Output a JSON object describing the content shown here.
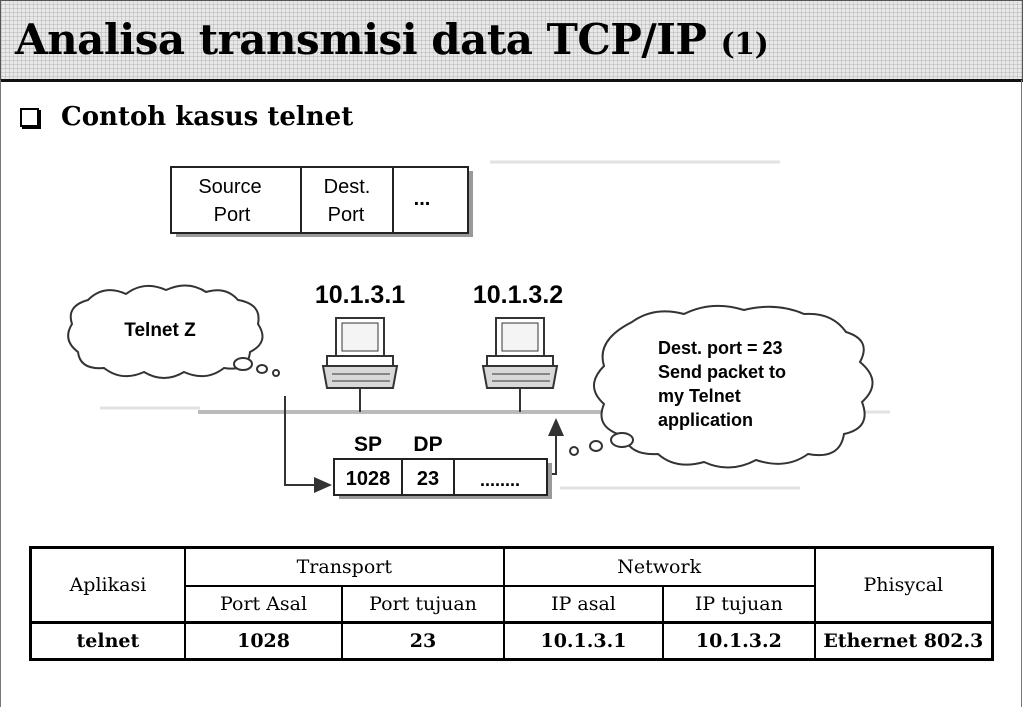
{
  "header": {
    "title": "Analisa transmisi data TCP/IP",
    "title_suffix": "(1)"
  },
  "bullet": {
    "text": "Contoh kasus telnet"
  },
  "diagram": {
    "header_fields": [
      "Source",
      "Port",
      "Dest.",
      "Port",
      "..."
    ],
    "host1_ip": "10.1.3.1",
    "host2_ip": "10.1.3.2",
    "cloud_left": "Telnet Z",
    "cloud_right_lines": [
      "Dest. port = 23",
      "Send packet to",
      "my Telnet",
      "application"
    ],
    "packet_labels": [
      "SP",
      "DP"
    ],
    "packet_values": [
      "1028",
      "23",
      "........"
    ]
  },
  "table": {
    "headers": {
      "aplikasi": "Aplikasi",
      "transport": "Transport",
      "network": "Network",
      "physical": "Phisycal",
      "port_asal": "Port Asal",
      "port_tujuan": "Port tujuan",
      "ip_asal": "IP asal",
      "ip_tujuan": "IP tujuan"
    },
    "row": [
      "telnet",
      "1028",
      "23",
      "10.1.3.1",
      "10.1.3.2",
      "Ethernet 802.3"
    ]
  }
}
